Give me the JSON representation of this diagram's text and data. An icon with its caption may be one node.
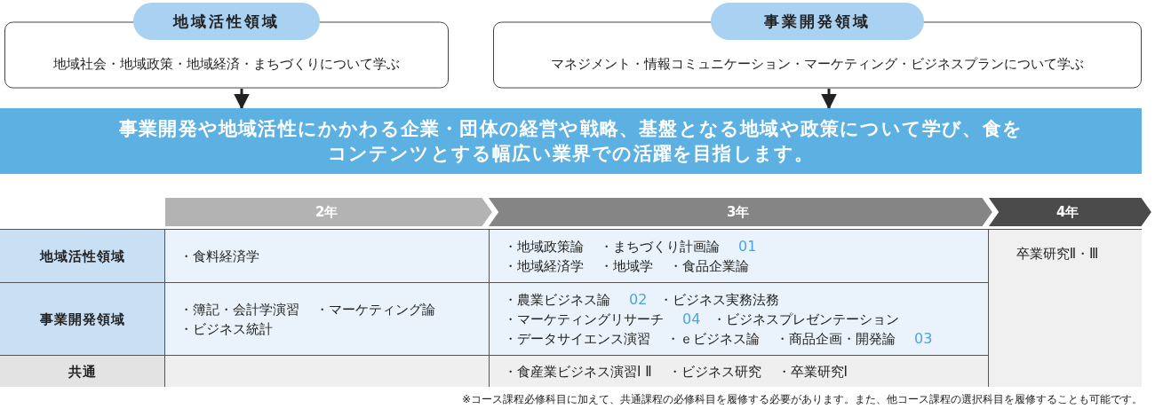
{
  "diagram": {
    "nodes": [
      {
        "text": [
          "地域活性領域",
          "地域社会・地域政策・地域経済・まちづくりについて学ぶ"
        ]
      },
      {
        "text": [
          "事業開発領域",
          "マネジメント・情報コミュニケーション・マーケティング・ビジネスプランについて学ぶ"
        ]
      },
      {
        "text": [
          "事業開発や地域活性にかかわる企業・団体の経営や戦略、基盤となる地域や政策について学び、食をコンテンツとする幅広い業界での活躍を目指します。"
        ]
      }
    ],
    "edges": [
      {
        "from": 0,
        "to": 2,
        "arrow": "to"
      },
      {
        "from": 1,
        "to": 2,
        "arrow": "to"
      }
    ],
    "labels": [
      "2年",
      "3年",
      "4年",
      "地域活性領域",
      "・食料経済学",
      "・地域政策論",
      "・まちづくり計画論",
      "01",
      "・地域経済学",
      "・地域学",
      "・食品企業論",
      "卒業研究Ⅱ・Ⅲ",
      "事業開発領域",
      "・簿記・会計学演習",
      "・マーケティング論",
      "・ビジネス統計",
      "・農業ビジネス論",
      "02",
      "・ビジネス実務法務",
      "・マーケティングリサーチ",
      "04",
      "・ビジネスプレゼンテーション",
      "・データサイエンス演習",
      "・ｅビジネス論",
      "・商品企画・開発論",
      "03",
      "共通",
      "・食産業ビジネス演習Ⅰ Ⅱ",
      "・ビジネス研究",
      "・卒業研究Ⅰ",
      "※コース課程必修科目に加えて、共通課程の必修科目を履修する必要があります。また、他コース課程の選択科目を履修することも可能です。"
    ]
  }
}
